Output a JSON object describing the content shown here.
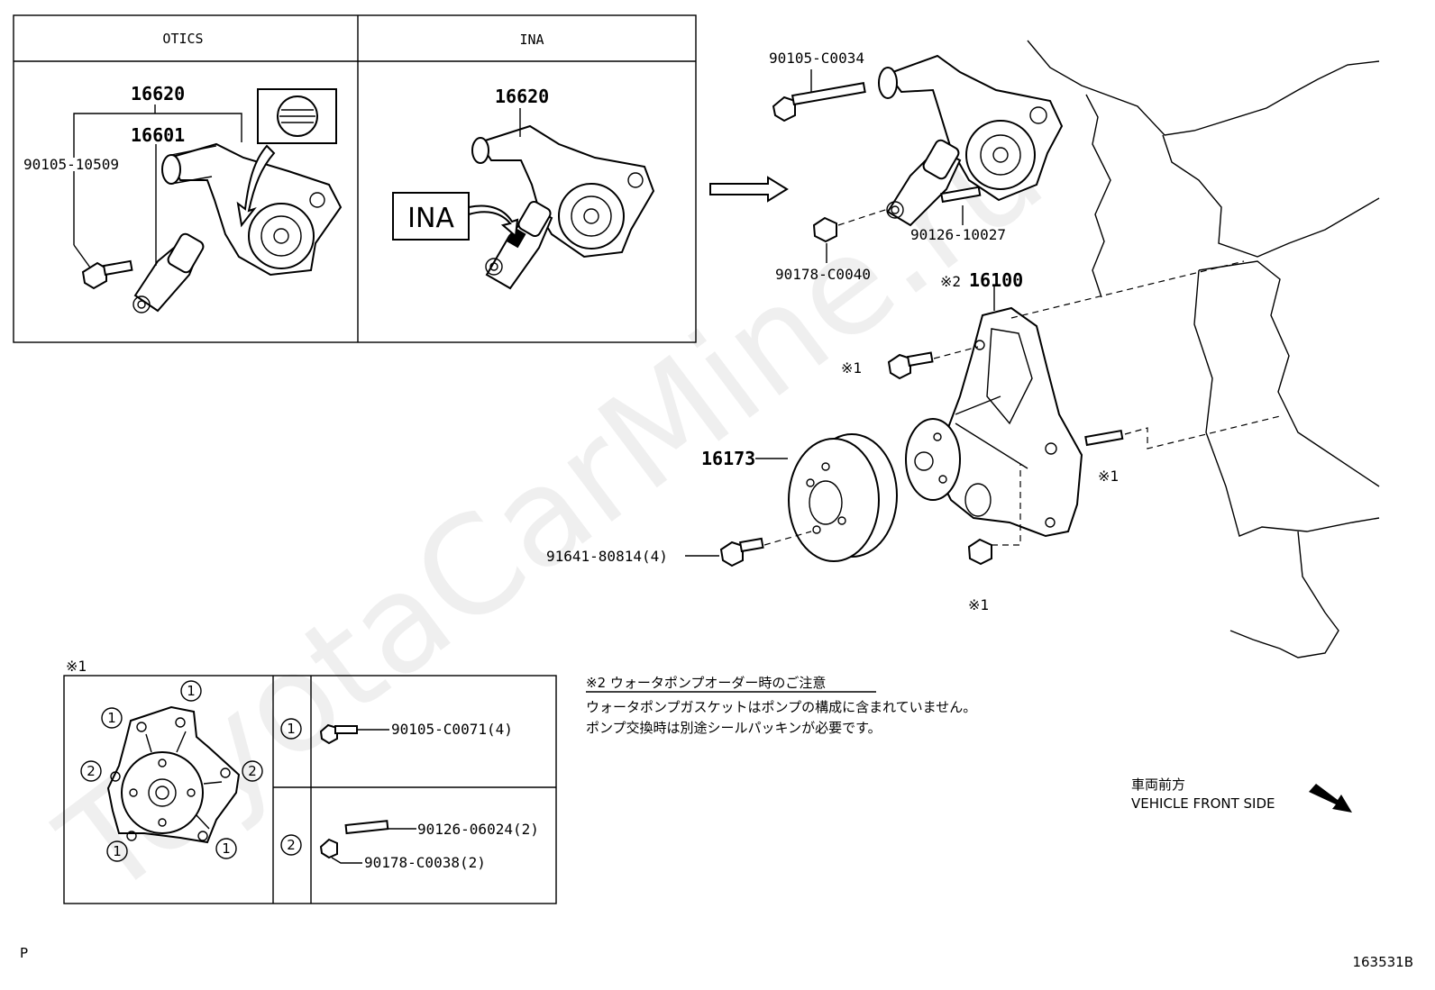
{
  "otics_panel": {
    "header": "OTICS",
    "tensioner_label": "16620",
    "pulley_label": "16601",
    "bolt_label": "90105-10509"
  },
  "ina_panel": {
    "header": "INA",
    "tensioner_label": "16620",
    "ina_tag": "INA"
  },
  "main_diagram": {
    "bolt_top_label": "90105-C0034",
    "stud_label": "90126-10027",
    "nut_label": "90178-C0040",
    "pump_label": "16100",
    "pump_note_mark": "※2",
    "pulley_label": "16173",
    "pulley_bolt_label": "91641-80814(4)",
    "note1_left": "※1",
    "note1_right": "※1",
    "note1_bottom": "※1"
  },
  "detail_panel": {
    "title": "※1",
    "row1_num": "1",
    "row1_label": "90105-C0071(4)",
    "row2_num": "2",
    "row2_stud_label": "90126-06024(2)",
    "row2_nut_label": "90178-C0038(2)",
    "callouts": [
      "1",
      "1",
      "2",
      "2",
      "1",
      "1"
    ]
  },
  "note": {
    "title": "※2 ウォータポンプオーダー時のご注意",
    "line1": "ウォータポンプガスケットはポンプの構成に含まれていません。",
    "line2": "ポンプ交換時は別途シールパッキンが必要です。"
  },
  "direction": {
    "jp": "車両前方",
    "en": "VEHICLE FRONT SIDE"
  },
  "footer": {
    "left_mark": "P",
    "diagram_id": "163531B"
  },
  "watermark": "ToyotaCarMine.ru"
}
